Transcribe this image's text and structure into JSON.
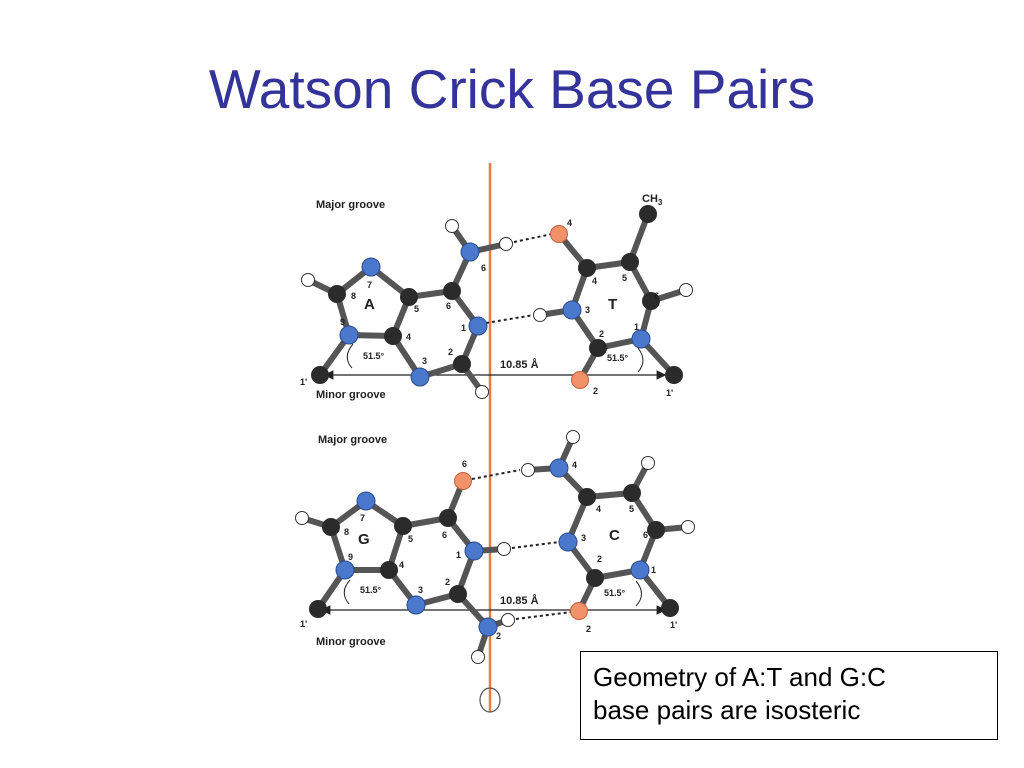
{
  "slide": {
    "title": "Watson Crick Base Pairs",
    "caption": [
      "Geometry of A:T and G:C",
      "base pairs are isosteric"
    ]
  },
  "colors": {
    "title": "#333399",
    "carbon": "#2b2b2b",
    "nitrogen": "#4a78cc",
    "oxygen": "#f2926a",
    "hydrogen": "#ffffff",
    "axis": "#f07a3a",
    "bond": "#555555"
  },
  "pairs": [
    {
      "major_groove": "Major groove",
      "minor_groove": "Minor groove",
      "distance": "10.85 Å",
      "left_base": "A",
      "right_base": "T",
      "left_angle": "51.5°",
      "right_angle": "51.5°",
      "methyl": "CH3",
      "left_c1": "1'",
      "right_c1": "1'",
      "left_numbers": [
        "7",
        "8",
        "9",
        "5",
        "6",
        "4",
        "3",
        "2",
        "1",
        "6"
      ],
      "right_numbers": [
        "4",
        "5",
        "4",
        "6",
        "3",
        "1",
        "2",
        "2"
      ]
    },
    {
      "major_groove": "Major groove",
      "minor_groove": "Minor groove",
      "distance": "10.85 Å",
      "left_base": "G",
      "right_base": "C",
      "left_angle": "51.5°",
      "right_angle": "51.5°",
      "left_c1": "1'",
      "right_c1": "1'",
      "left_numbers": [
        "7",
        "8",
        "9",
        "5",
        "6",
        "4",
        "3",
        "2",
        "1",
        "6",
        "2"
      ],
      "right_numbers": [
        "4",
        "5",
        "4",
        "6",
        "3",
        "1",
        "2",
        "2"
      ]
    }
  ]
}
